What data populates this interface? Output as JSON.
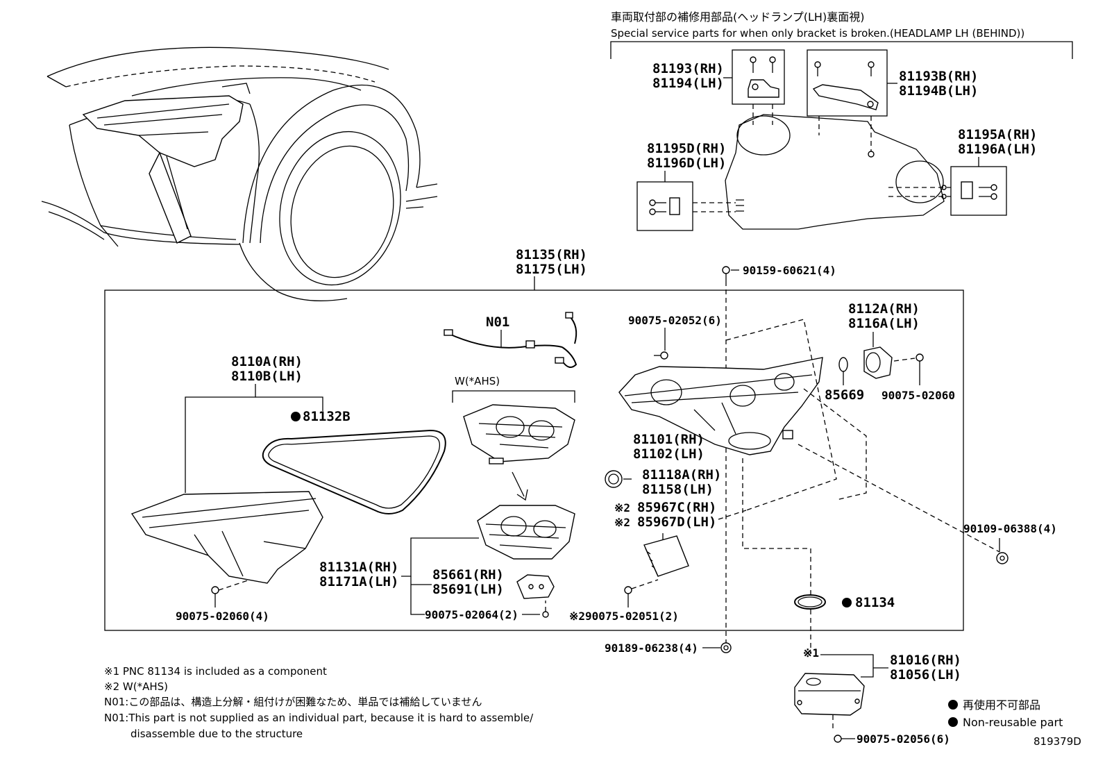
{
  "header": {
    "title_jp": "車両取付部の補修用部品(ヘッドランプ(LH)裏面視)",
    "title_en": "Special service parts for when only bracket is broken.(HEADLAMP LH (BEHIND))"
  },
  "labels": {
    "p81193": "81193(RH)",
    "p81194": "81194(LH)",
    "p81193B": "81193B(RH)",
    "p81194B": "81194B(LH)",
    "p81195D": "81195D(RH)",
    "p81196D": "81196D(LH)",
    "p81195A": "81195A(RH)",
    "p81196A": "81196A(LH)",
    "p81135": "81135(RH)",
    "p81175": "81175(LH)",
    "p90159": "90159-60621(4)",
    "pN01": "N01",
    "p90075_02052": "90075-02052(6)",
    "p8112A": "8112A(RH)",
    "p8116A": "8116A(LH)",
    "p8110A": "8110A(RH)",
    "p8110B": "8110B(LH)",
    "p81132B": "81132B",
    "wahs": "W(*AHS)",
    "p85669": "85669",
    "p90075_02060a": "90075-02060",
    "p81101": "81101(RH)",
    "p81102": "81102(LH)",
    "p81118A": "81118A(RH)",
    "p81158": "81158(LH)",
    "p85967C": "85967C(RH)",
    "p85967D": "85967D(LH)",
    "mark2a": "※2",
    "mark2b": "※2",
    "p90109": "90109-06388(4)",
    "p81131A": "81131A(RH)",
    "p81171A": "81171A(LH)",
    "p85661": "85661(RH)",
    "p85691": "85691(LH)",
    "p90075_02064": "90075-02064(2)",
    "p90075_02060b": "90075-02060(4)",
    "p90075_02051": "※290075-02051(2)",
    "p81134": "81134",
    "p90189": "90189-06238(4)",
    "mark1": "※1",
    "p81016": "81016(RH)",
    "p81056": "81056(LH)",
    "p90075_02056": "90075-02056(6)"
  },
  "notes": {
    "n1": "※1 PNC 81134 is included as a component",
    "n2": "※2 W(*AHS)",
    "n3": "N01:この部品は、構造上分解・組付けが困難なため、単品では補給していません",
    "n4": "N01:This part is not supplied as an individual part, because it is hard to assemble/",
    "n5": "disassemble due to the structure"
  },
  "legend": {
    "jp": "再使用不可部品",
    "en": "Non-reusable part"
  },
  "diagram_id": "819379D"
}
